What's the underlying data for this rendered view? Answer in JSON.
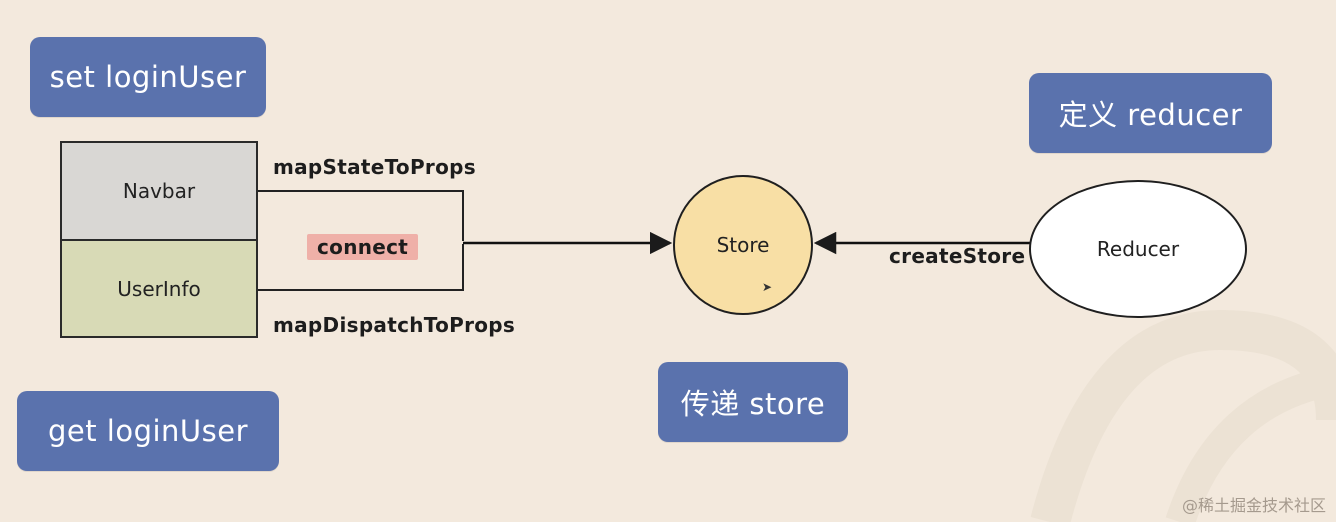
{
  "labels": {
    "set_login_user": "set loginUser",
    "get_login_user": "get loginUser",
    "define_reducer": "定义 reducer",
    "pass_store": "传递 store"
  },
  "components": {
    "navbar": "Navbar",
    "userinfo": "UserInfo"
  },
  "connectors": {
    "map_state": "mapStateToProps",
    "connect": "connect",
    "map_dispatch": "mapDispatchToProps",
    "create_store": "createStore"
  },
  "nodes": {
    "store": "Store",
    "reducer": "Reducer"
  },
  "watermark": "@稀土掘金技术社区",
  "colors": {
    "background": "#f3e9dd",
    "pill": "#5a72ad",
    "navbar_fill": "#d9d7d4",
    "userinfo_fill": "#d8dab6",
    "connect_highlight": "#efb0a8",
    "store_fill": "#f8dfa5"
  }
}
